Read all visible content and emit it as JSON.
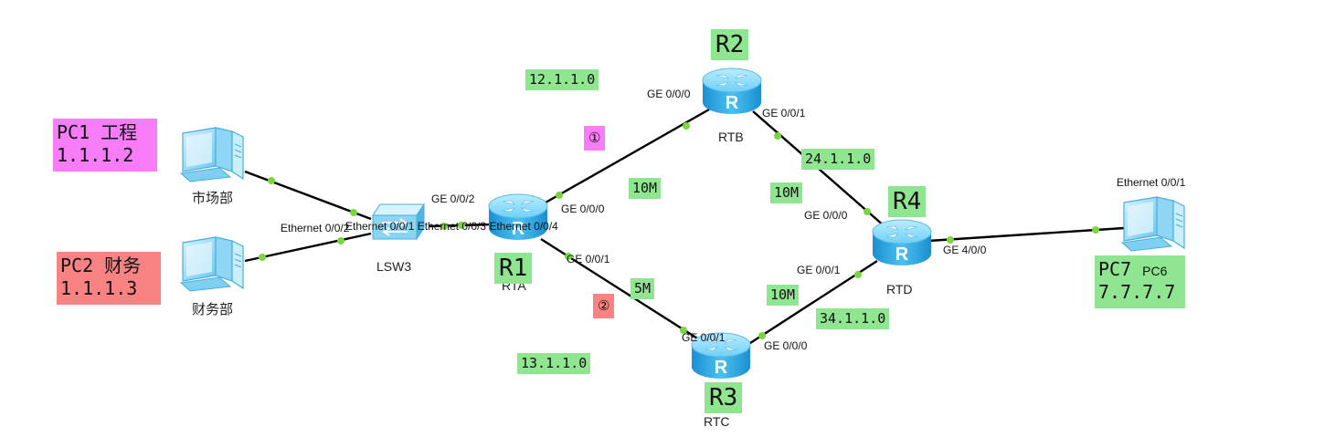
{
  "devices": {
    "pc1": {
      "label": "市场部"
    },
    "pc2": {
      "label": "财务部"
    },
    "lsw3": {
      "label": "LSW3"
    },
    "rta": {
      "label": "RTA"
    },
    "rtb": {
      "label": "RTB"
    },
    "rtc": {
      "label": "RTC"
    },
    "rtd": {
      "label": "RTD"
    },
    "pc6": {
      "label": "PC6"
    }
  },
  "ports": {
    "lsw3_ports": "Ethernet 0/0/1 Ethernet 0/0/3 Ethernet 0/0/4",
    "lsw3_pc2": "Ethernet 0/0/2",
    "rta_lsw3": "GE 0/0/2",
    "rta_rtb": "GE 0/0/0",
    "rta_rtc": "GE 0/0/1",
    "rtb_rta": "GE 0/0/0",
    "rtb_rtd": "GE 0/0/1",
    "rtd_rtb": "GE 0/0/0",
    "rtd_rtc": "GE 0/0/1",
    "rtd_pc": "GE 4/0/0",
    "rtc_rta": "GE 0/0/1",
    "rtc_rtd": "GE 0/0/0",
    "pc6_port": "Ethernet 0/0/1"
  },
  "networks": {
    "ab": "12.1.1.0",
    "ac": "13.1.1.0",
    "bd": "24.1.1.0",
    "cd": "34.1.1.0"
  },
  "bandwidth": {
    "ab": "10M",
    "ac": "5M",
    "bd": "10M",
    "cd": "10M"
  },
  "router_names": {
    "r1": "R1",
    "r2": "R2",
    "r3": "R3",
    "r4": "R4"
  },
  "pc_annotations": {
    "pc1": {
      "name": "PC1 工程",
      "ip": "1.1.1.2"
    },
    "pc2": {
      "name": "PC2 财务",
      "ip": "1.1.1.3"
    },
    "pc7": {
      "name": "PC7",
      "ip": "7.7.7.7"
    }
  },
  "path_markers": {
    "path1": "①",
    "path2": "②"
  },
  "colors": {
    "green_tag": "#90e690",
    "pink_tag": "#f77cf7",
    "red_tag": "#f98282",
    "router_blue": "#3fb4e8",
    "link_dot": "#79d63c"
  }
}
